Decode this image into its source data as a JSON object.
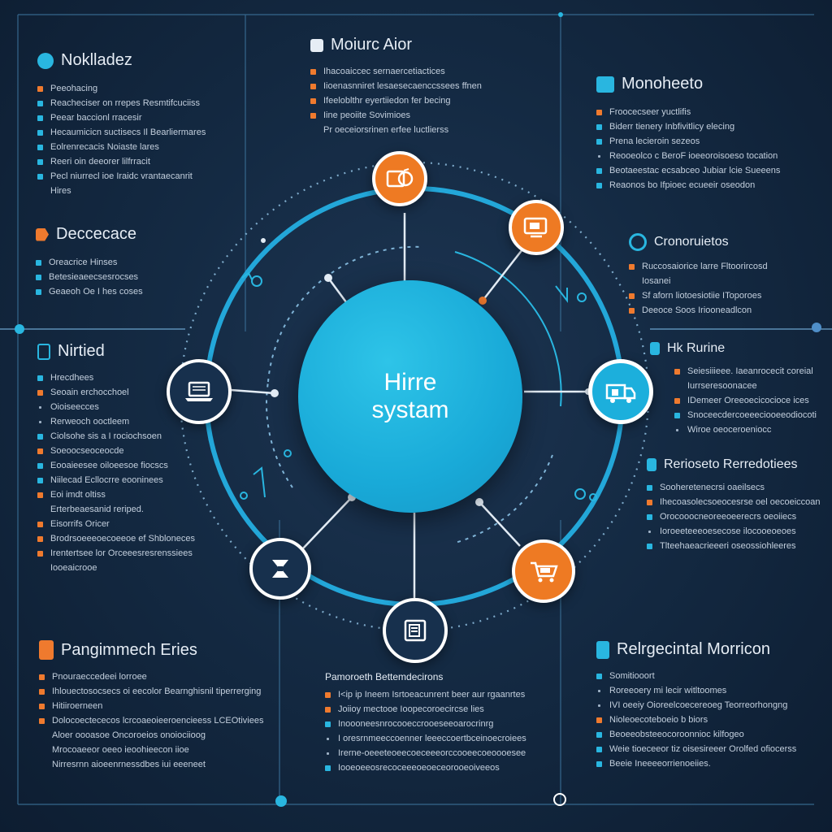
{
  "colors": {
    "accent_blue": "#29b6e0",
    "accent_orange": "#ef7a2e",
    "background": "#142a43"
  },
  "center": {
    "line1": "Hirre",
    "line2": "systam"
  },
  "nodes": [
    {
      "id": "top",
      "icon": "camera-icon",
      "color": "orange"
    },
    {
      "id": "top-right",
      "icon": "monitor-icon",
      "color": "orange"
    },
    {
      "id": "right",
      "icon": "truck-icon",
      "color": "blue"
    },
    {
      "id": "bottom-right",
      "icon": "cart-icon",
      "color": "orange"
    },
    {
      "id": "bottom",
      "icon": "document-icon",
      "color": "dark"
    },
    {
      "id": "bottom-left",
      "icon": "hourglass-icon",
      "color": "dark"
    },
    {
      "id": "left",
      "icon": "laptop-icon",
      "color": "dark"
    }
  ],
  "panels": {
    "top_left": {
      "title": "Noklladez",
      "items": [
        {
          "text": "Peeohacing",
          "bullet": "orange"
        },
        {
          "text": "Reacheciser on rrepes Resmtifcuciiss",
          "bullet": "blue"
        },
        {
          "text": "Peear baccionl rracesir",
          "bullet": "blue"
        },
        {
          "text": "Hecaumicicn suctisecs Il Bearliermares",
          "bullet": "blue"
        },
        {
          "text": "Eolrenrecacis Noiaste lares",
          "bullet": "blue"
        },
        {
          "text": "Reeri oin deeorer lilfrracit",
          "bullet": "blue"
        },
        {
          "text": "Pecl niurrecl ioe Iraidc vrantaecanrit",
          "bullet": "blue"
        },
        {
          "text": "Hires",
          "bullet": "none"
        }
      ]
    },
    "mid_left": {
      "title": "Deccecace",
      "items": [
        {
          "text": "Oreacrice Hinses",
          "bullet": "blue"
        },
        {
          "text": "Betesieaeecsesrocses",
          "bullet": "blue"
        },
        {
          "text": "Geaeoh Oe I hes coses",
          "bullet": "blue"
        }
      ]
    },
    "left": {
      "title": "Nirtied",
      "items": [
        {
          "text": "Hrecdhees",
          "bullet": "blue"
        },
        {
          "text": "Seoain erchocchoel",
          "bullet": "orange"
        },
        {
          "text": "Oioiseecces",
          "bullet": "dot"
        },
        {
          "text": "Rerweoch ooctleem",
          "bullet": "dot"
        },
        {
          "text": "Ciolsohe sis a I rociochsoen",
          "bullet": "blue"
        },
        {
          "text": "Soeoocseoceocde",
          "bullet": "orange"
        },
        {
          "text": "Eooaieesee oiloeesoe fiocscs",
          "bullet": "blue"
        },
        {
          "text": "Niilecad Ecllocrre eooninees",
          "bullet": "blue"
        },
        {
          "text": "Eoi imdt oltiss",
          "bullet": "orange"
        },
        {
          "text": "Erterbeaesanid reriped.",
          "bullet": "none"
        },
        {
          "text": "Eisorrifs Oricer",
          "bullet": "orange"
        },
        {
          "text": "Brodrsoeeeoecoeeoe ef Shbloneces",
          "bullet": "orange"
        },
        {
          "text": "Irentertsee lor Orceeesresrenssiees",
          "bullet": "orange"
        },
        {
          "text": "Iooeaicrooe",
          "bullet": "none"
        }
      ]
    },
    "top_center": {
      "title": "Moiurc Aior",
      "items": [
        {
          "text": "Ihacoaiccec sernaercetiactices",
          "bullet": "orange"
        },
        {
          "text": "Iioenasnniret lesaesecaenccssees ffnen",
          "bullet": "orange"
        },
        {
          "text": "Ifeeloblthr eyertiiedon fer becing",
          "bullet": "orange"
        },
        {
          "text": "Iine peoiite Sovimioes",
          "bullet": "orange"
        },
        {
          "text": "Pr oeceiorsrinen erfee luctlierss",
          "bullet": "none"
        }
      ]
    },
    "top_right": {
      "title": "Monoheeto",
      "items": [
        {
          "text": "Froocecseer yuctlifis",
          "bullet": "orange"
        },
        {
          "text": "Biderr tienery Inbfivitlicy elecing",
          "bullet": "blue"
        },
        {
          "text": "Prena lecieroin sezeos",
          "bullet": "blue"
        },
        {
          "text": "Reooeolco c BeroF ioeeoroisoeso tocation",
          "bullet": "dot"
        },
        {
          "text": "Beotaeestac ecsabceo Jubiar lcie Sueeens",
          "bullet": "blue"
        },
        {
          "text": "Reaonos bo Ifpioec ecueeir oseodon",
          "bullet": "blue"
        }
      ]
    },
    "mid_right": {
      "title": "Cronoruietos",
      "items": [
        {
          "text": "Ruccosaiorice larre Fltoorircosd",
          "bullet": "orange"
        },
        {
          "text": "Iosanei",
          "bullet": "none"
        },
        {
          "text": "Sf aforn liotoesiotiie IToporoes",
          "bullet": "orange"
        },
        {
          "text": "Deeoce Soos Iriooneadlcon",
          "bullet": "orange"
        }
      ]
    },
    "right": {
      "title": "Hk Rurine",
      "items": [
        {
          "text": "Seiesiiieee. Iaeanrocecit coreial",
          "bullet": "orange"
        },
        {
          "text": "Iurrseresoonacee",
          "bullet": "none"
        },
        {
          "text": "IDemeer Oreeoecicocioce ices",
          "bullet": "orange"
        },
        {
          "text": "Snoceecdercoeeeciooeeodiocoti",
          "bullet": "blue"
        },
        {
          "text": "Wiroe oeoceroeniocc",
          "bullet": "dot"
        }
      ]
    },
    "lower_right": {
      "title": "Rerioseto Rerredotiees",
      "items": [
        {
          "text": "Sooheretenecrsi oaeilsecs",
          "bullet": "blue"
        },
        {
          "text": "Ihecoasolecsoeocesrse oel oecoeiccoan",
          "bullet": "orange"
        },
        {
          "text": "Orocooocneoreeoeerecrs oeoiiecs",
          "bullet": "blue"
        },
        {
          "text": "Ioroeeteeeoesecose ilocooeoeoes",
          "bullet": "dot"
        },
        {
          "text": "Tlteehaeacrieeeri oseossiohleeres",
          "bullet": "blue"
        }
      ]
    },
    "bottom_left": {
      "title": "Pangimmech Eries",
      "items": [
        {
          "text": "Pnouraeccedeei lorroee",
          "bullet": "orange"
        },
        {
          "text": "Ihlouectosocsecs oi eecolor Bearnghisnil tiperrerging",
          "bullet": "orange"
        },
        {
          "text": "Hitiiroerneen",
          "bullet": "orange"
        },
        {
          "text": "Dolocoectececos lcrcoaeoieeroencieess LCEOtiviees",
          "bullet": "orange"
        },
        {
          "text": "Aloer oooasoe Oncoroeios onoiociioog",
          "bullet": "none"
        },
        {
          "text": "Mrocoaeeor oeeo ieoohieecon iioe",
          "bullet": "none"
        },
        {
          "text": "Nirresrnn aioeenrnessdbes iui eeeneet",
          "bullet": "none"
        }
      ]
    },
    "bottom_center": {
      "title": "Pamoroeth Bettemdecirons",
      "items": [
        {
          "text": "I<ip ip Ineem Isrtoeacunrent beer aur rgaanrtes",
          "bullet": "orange"
        },
        {
          "text": "Joiioy mectooe Ioopecoroecircse lies",
          "bullet": "orange"
        },
        {
          "text": "Inoooneesnrocooeccrooeseeoarocrinrg",
          "bullet": "blue"
        },
        {
          "text": "I oresrnmeeccoenner leeeccoertbceinoecroiees",
          "bullet": "dot"
        },
        {
          "text": "Irerne-oeeeteoeecoeceeeorccooeecoeoooesee",
          "bullet": "dot"
        },
        {
          "text": "Iooeoeeosrecoceeeoeoeceorooeoiveeos",
          "bullet": "blue"
        }
      ]
    },
    "bottom_right": {
      "title": "Relrgecintal Morricon",
      "items": [
        {
          "text": "Somitiooort",
          "bullet": "blue"
        },
        {
          "text": "Roreeoery mi lecir witltoomes",
          "bullet": "dot"
        },
        {
          "text": "IVI oeeiy Oioreelcoecereoeg Teorreorhongng",
          "bullet": "dot"
        },
        {
          "text": "Nioleoecoteboeio b biors",
          "bullet": "orange"
        },
        {
          "text": "Beoeeobsteeocoroonnioc kilfogeo",
          "bullet": "blue"
        },
        {
          "text": "Weie tioeceeor tiz oisesireeer Orolfed ofiocerss",
          "bullet": "blue"
        },
        {
          "text": "Beeie Ineeeeorrienoeiies.",
          "bullet": "blue"
        }
      ]
    }
  }
}
